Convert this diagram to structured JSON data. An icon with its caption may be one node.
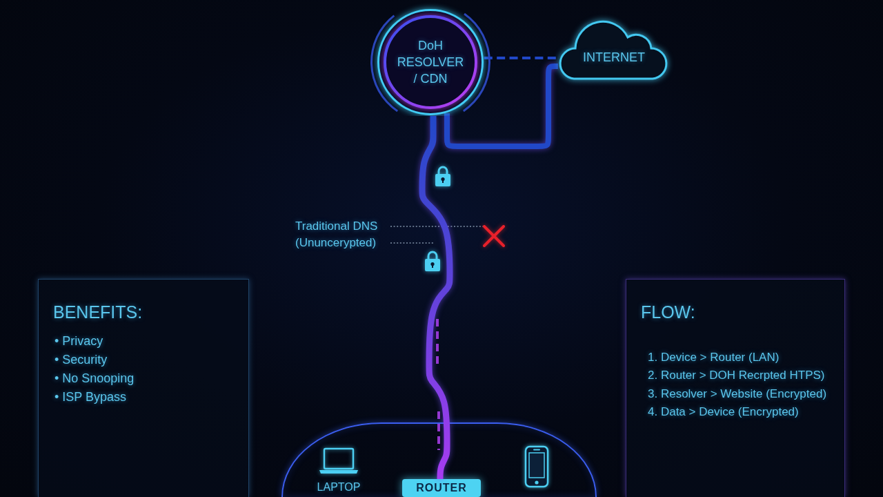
{
  "diagram": {
    "nodes": [
      {
        "text": [
          "DoH RESOLVER / CDN"
        ]
      },
      {
        "text": [
          "INTERNET"
        ]
      },
      {
        "text": [
          "Traditional DNS (Ununcerypted)"
        ]
      },
      {
        "text": [],
        "shape": "cross"
      },
      {
        "text": [
          "BENEFITS:",
          "• Privacy",
          "• Security",
          "• No Snooping",
          "• ISP Bypass"
        ]
      },
      {
        "text": [
          "FLOW:",
          "1. Device > Router (LAN)",
          "2. Router > DOH Recrpted HTPS)",
          "3. Resolver > Website (Encrypted)",
          "4. Data > Device (Encrypted)"
        ]
      },
      {
        "text": [],
        "shape": "box"
      },
      {
        "text": [
          "LAPTOP"
        ],
        "in": 6
      },
      {
        "text": [],
        "shape": "picture",
        "in": 6
      },
      {
        "text": [
          "ROUTER"
        ],
        "in": 6
      }
    ],
    "edges": [
      {
        "from": 0,
        "to": 1,
        "arrow": "none",
        "style": "thick"
      },
      {
        "from": 0,
        "to": 1,
        "arrow": "none",
        "style": "dashed"
      },
      {
        "from": 0,
        "to": 9,
        "arrow": "none",
        "style": "thick",
        "color": "#a63cf0"
      },
      {
        "from": 2,
        "to": 3,
        "arrow": "none",
        "style": "dashed",
        "color": "#7f90a6"
      },
      {
        "from": 2,
        "to": null,
        "arrow": "none",
        "style": "dashed",
        "color": "#7f90a6"
      }
    ]
  }
}
